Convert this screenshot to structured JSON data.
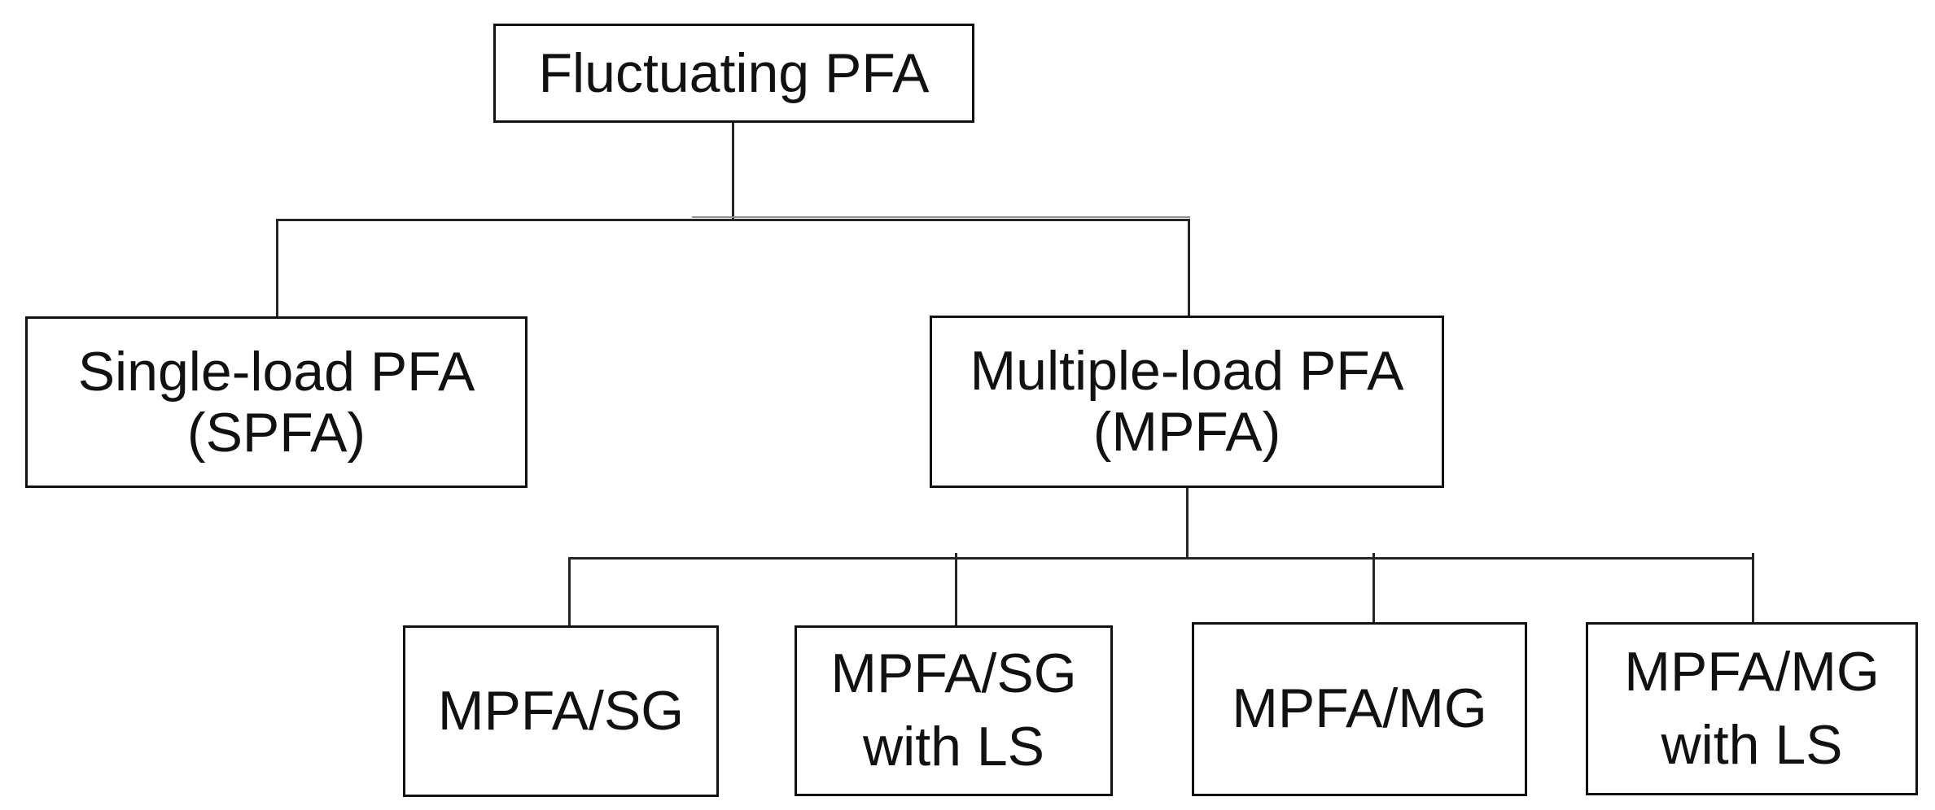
{
  "diagram": {
    "nodes": {
      "root": {
        "line1": "Fluctuating PFA"
      },
      "spfa": {
        "line1": "Single-load PFA",
        "line2": "(SPFA)"
      },
      "mpfa": {
        "line1": "Multiple-load PFA",
        "line2": "(MPFA)"
      },
      "mpfa_sg": {
        "line1": "MPFA/SG"
      },
      "mpfa_sg_ls": {
        "line1": "MPFA/SG",
        "line2": "with LS"
      },
      "mpfa_mg": {
        "line1": "MPFA/MG"
      },
      "mpfa_mg_ls": {
        "line1": "MPFA/MG",
        "line2": "with LS"
      }
    },
    "colors": {
      "background": "#ffffff",
      "box_border": "#111111",
      "text": "#111111",
      "connector": "#262626",
      "connector_artifact_gray": "#8f8f8f"
    }
  }
}
